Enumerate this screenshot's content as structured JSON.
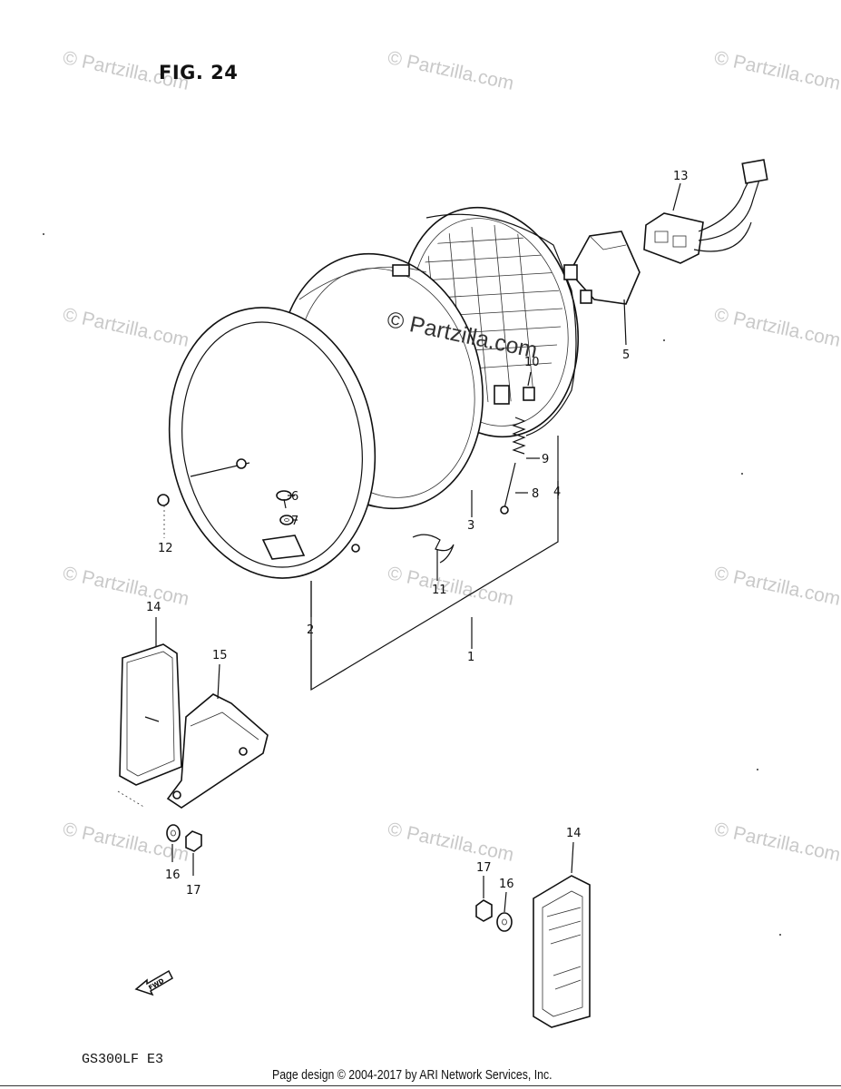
{
  "figure": {
    "title": "FIG. 24"
  },
  "watermark": {
    "text": "© Partzilla.com"
  },
  "center_watermark": {
    "text": "© Partzilla.com"
  },
  "parts": {
    "p1": "1",
    "p2": "2",
    "p3": "3",
    "p4": "4",
    "p5": "5",
    "p6": "6",
    "p7": "7",
    "p8": "8",
    "p9": "9",
    "p10": "10",
    "p11": "11",
    "p12": "12",
    "p13": "13",
    "p14a": "14",
    "p14b": "14",
    "p15": "15",
    "p16a": "16",
    "p16b": "16",
    "p17a": "17",
    "p17b": "17"
  },
  "fwd_arrow": {
    "label": "FWD"
  },
  "model": {
    "code": "GS300LF E3"
  },
  "footer": {
    "text": "Page design © 2004-2017 by ARI Network Services, Inc."
  }
}
